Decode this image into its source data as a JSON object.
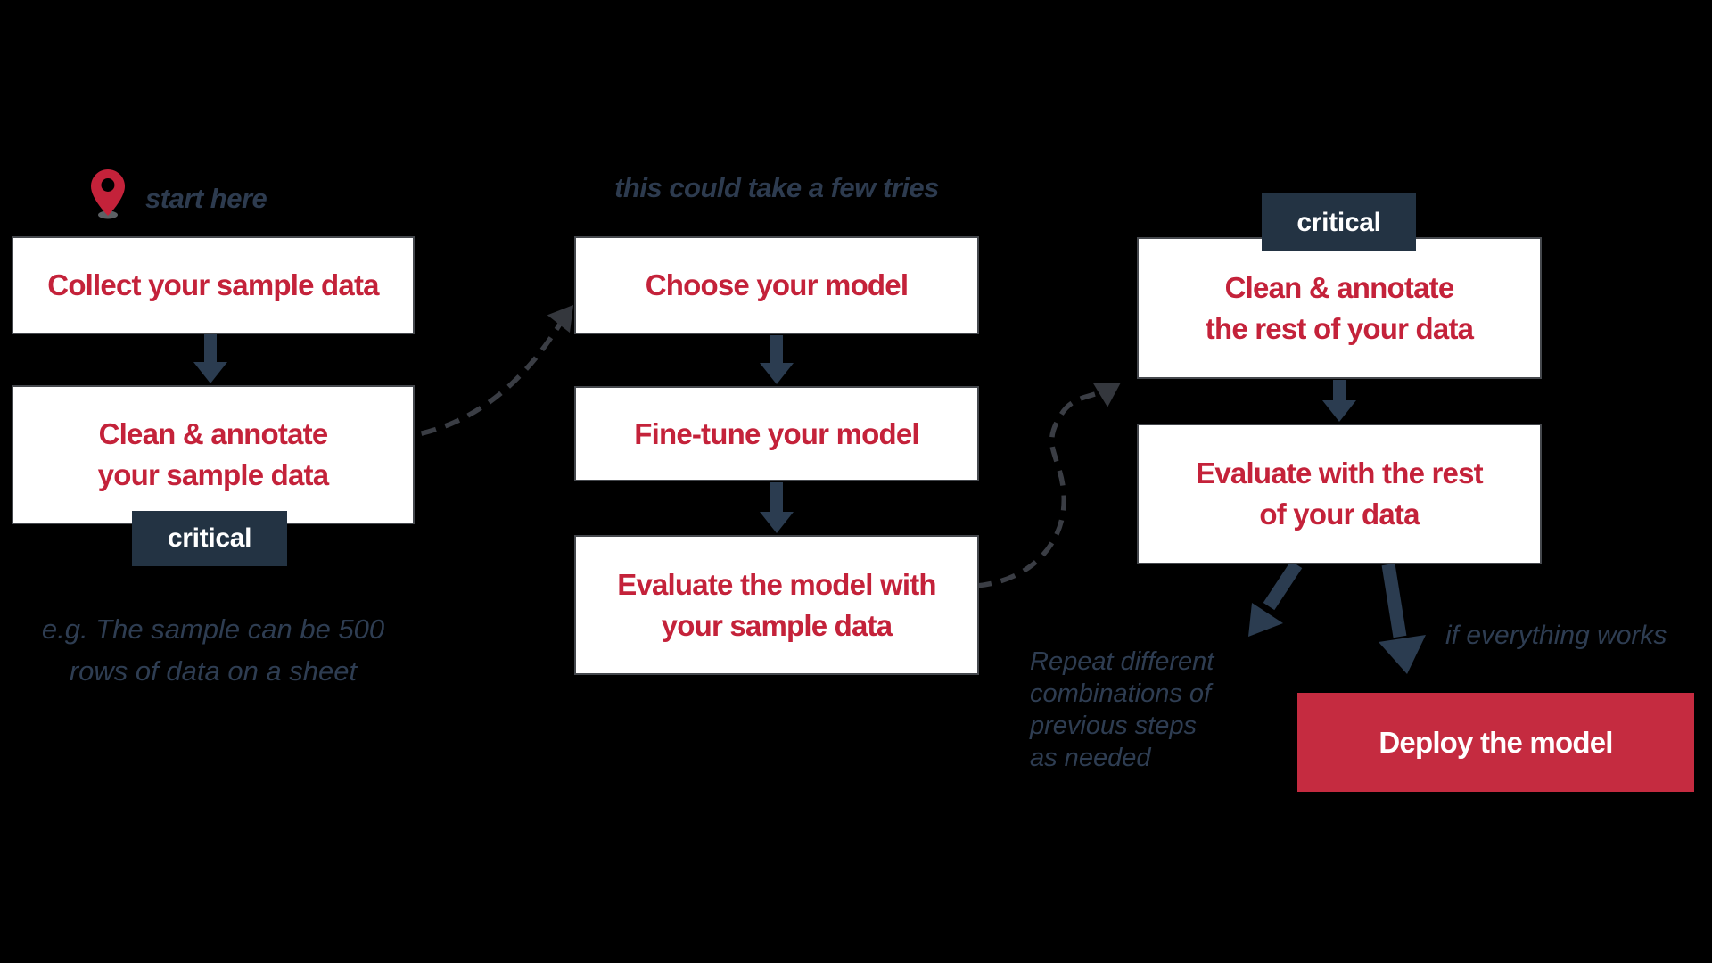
{
  "colors": {
    "background": "#000000",
    "box_fill": "#ffffff",
    "box_border": "#45484d",
    "step_text_red": "#c4223a",
    "deploy_fill": "#c52b40",
    "deploy_text": "#ffffff",
    "badge_fill": "#233343",
    "badge_text": "#ffffff",
    "note_navy": "#2e3d52",
    "arrow_navy": "#2b3c50",
    "dashed_connector": "#3a3d44",
    "pin_red": "#c4223a",
    "pin_base_gray": "#5c6064"
  },
  "labels": {
    "start_here": "start here",
    "takes_tries": "this could take a few tries",
    "sample_note": [
      "e.g. The sample can be 500",
      "rows of data on a sheet"
    ],
    "repeat_note": [
      "Repeat different",
      "combinations of",
      "previous steps",
      "as needed"
    ],
    "works_note": "if everything works"
  },
  "badges": {
    "left": "critical",
    "right": "critical"
  },
  "nodes": {
    "collect": {
      "lines": [
        "Collect your sample data"
      ]
    },
    "clean_sample": {
      "lines": [
        "Clean & annotate",
        "your sample data"
      ]
    },
    "choose": {
      "lines": [
        "Choose your model"
      ]
    },
    "finetune": {
      "lines": [
        "Fine-tune your model"
      ]
    },
    "evaluate_sample": {
      "lines": [
        "Evaluate the model with",
        "your sample data"
      ]
    },
    "clean_rest": {
      "lines": [
        "Clean & annotate",
        "the rest of your data"
      ]
    },
    "evaluate_rest": {
      "lines": [
        "Evaluate with the rest",
        "of your data"
      ]
    },
    "deploy": {
      "lines": [
        "Deploy the model"
      ]
    }
  }
}
